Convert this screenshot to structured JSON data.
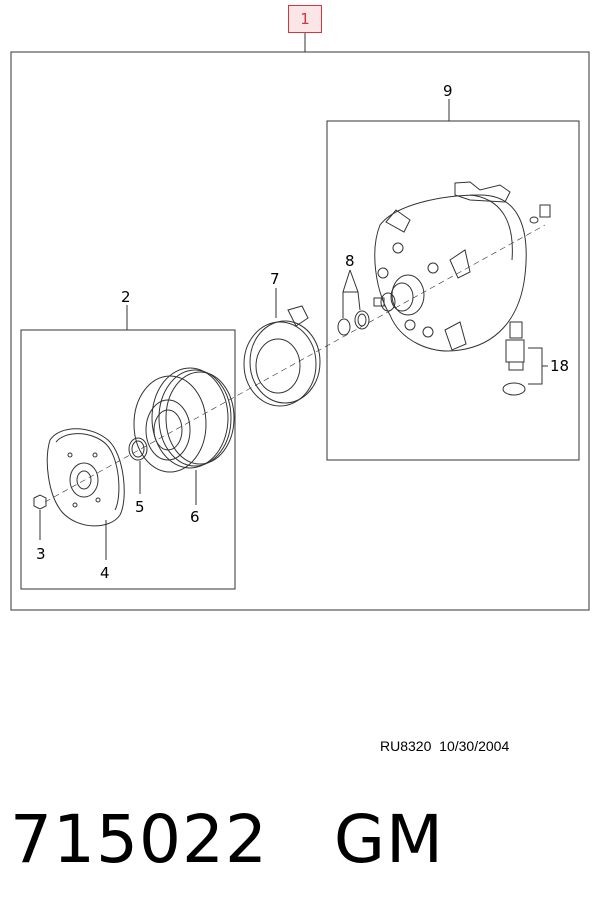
{
  "callouts": {
    "c1": "1",
    "c2": "2",
    "c3": "3",
    "c4": "4",
    "c5": "5",
    "c6": "6",
    "c7": "7",
    "c8": "8",
    "c9": "9",
    "c18": "18"
  },
  "reference": {
    "code": "RU8320",
    "date": "10/30/2004"
  },
  "part": {
    "number": "715022",
    "brand": "GM"
  },
  "colors": {
    "highlight_border": "#d9343c",
    "highlight_fill": "#fbe6e7",
    "line": "#333333"
  }
}
